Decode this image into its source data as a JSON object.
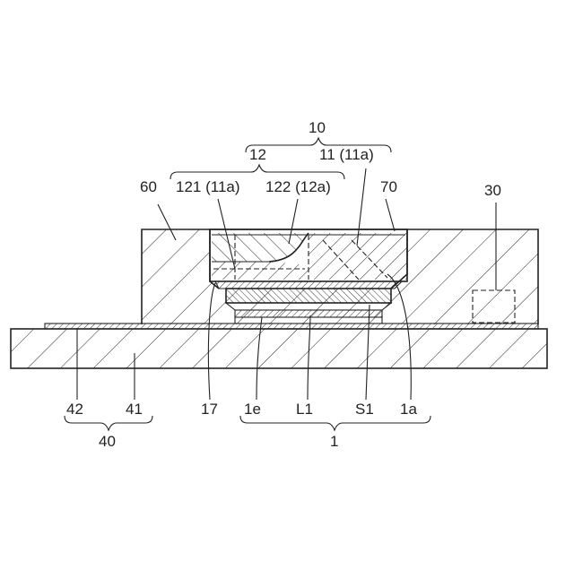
{
  "labels": {
    "l10": "10",
    "l12": "12",
    "l11_11a": "11 (11a)",
    "l60": "60",
    "l121_11a": "121 (11a)",
    "l122_12a": "122 (12a)",
    "l70": "70",
    "l30": "30",
    "l42": "42",
    "l41": "41",
    "l40": "40",
    "l17": "17",
    "l1e": "1e",
    "lL1": "L1",
    "lS1": "S1",
    "l1a": "1a",
    "l1": "1"
  },
  "colors": {
    "line": "#222222",
    "background": "#ffffff"
  }
}
